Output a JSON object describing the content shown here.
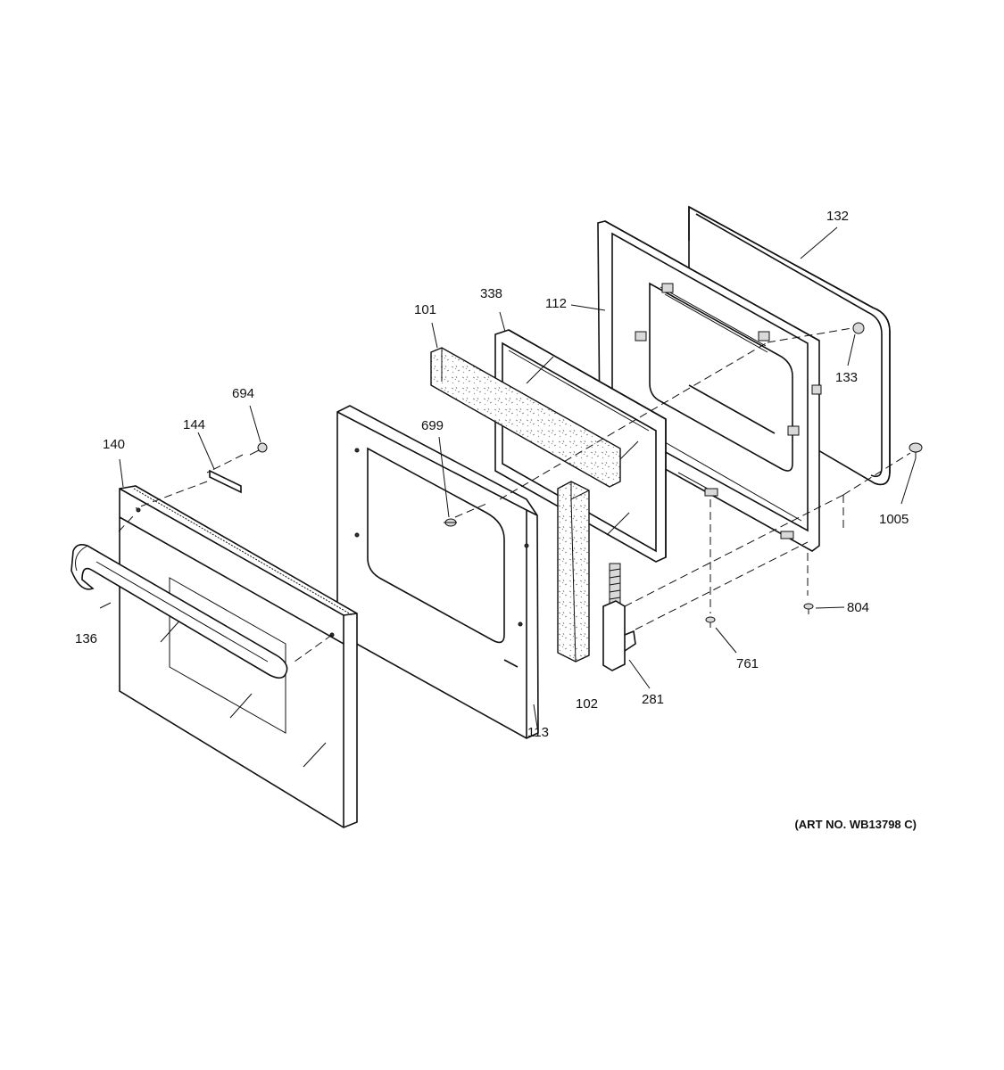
{
  "diagram": {
    "art_number": "(ART NO. WB13798 C)",
    "labels": {
      "p101": "101",
      "p102": "102",
      "p112": "112",
      "p113": "113",
      "p132": "132",
      "p133": "133",
      "p136": "136",
      "p140": "140",
      "p144": "144",
      "p281": "281",
      "p338": "338",
      "p694": "694",
      "p699": "699",
      "p761": "761",
      "p804": "804",
      "p1005": "1005"
    }
  }
}
